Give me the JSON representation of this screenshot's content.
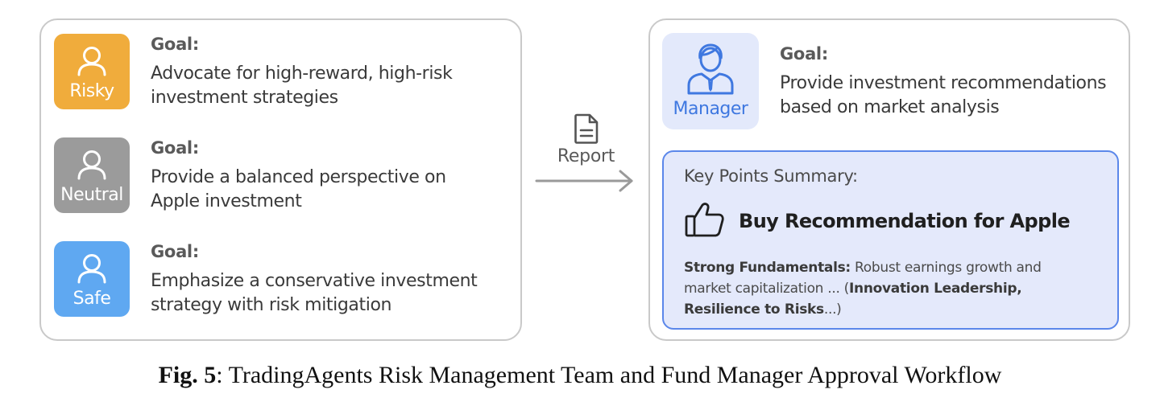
{
  "agents": [
    {
      "id": "risky",
      "label": "Risky",
      "color": "#f0ac3c",
      "goal_label": "Goal:",
      "goal_line1": "Advocate for high-reward, high-risk",
      "goal_line2": "investment strategies"
    },
    {
      "id": "neutral",
      "label": "Neutral",
      "color": "#9b9b9b",
      "goal_label": "Goal:",
      "goal_line1": "Provide a balanced perspective on",
      "goal_line2": "Apple investment"
    },
    {
      "id": "safe",
      "label": "Safe",
      "color": "#5fa8f1",
      "goal_label": "Goal:",
      "goal_line1": "Emphasize a conservative investment",
      "goal_line2": "strategy with risk mitigation"
    }
  ],
  "flow": {
    "label": "Report",
    "icon": "document-icon"
  },
  "manager": {
    "label": "Manager",
    "color": "#3f78e0",
    "goal_label": "Goal:",
    "goal_line1": "Provide investment recommendations",
    "goal_line2": "based on market analysis"
  },
  "summary": {
    "heading": "Key Points Summary:",
    "icon": "thumbs-up-icon",
    "title": "Buy Recommendation for Apple",
    "b1": "Strong Fundamentals:",
    "t1": " Robust earnings growth and",
    "t2": "market capitalization ... (",
    "b2": "Innovation Leadership,",
    "b3": "Resilience to Risks",
    "t3": "...)"
  },
  "caption": {
    "prefix": "Fig. 5",
    "text": ": TradingAgents Risk Management Team and Fund Manager Approval Workflow"
  }
}
